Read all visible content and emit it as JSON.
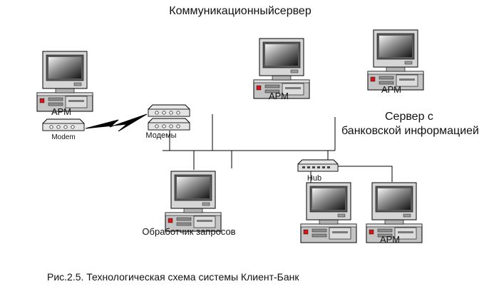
{
  "labels": {
    "comm_server": "Коммуникационныйсервер",
    "apm": "АРМ",
    "modem": "Modem",
    "modems": "Модемы",
    "hub": "Hub",
    "bank_server_line1": "Сервер с",
    "bank_server_line2": "банковской информацией",
    "request_handler": "Обработчик запросов"
  },
  "caption": "Рис.2.5. Технологическая схема системы Клиент-Банк",
  "colors": {
    "case": "#c8c8c8",
    "case_dark": "#9a9a9a",
    "monitor_frame": "#d4d4d4",
    "screen": "#2a2a2a",
    "line": "#000000",
    "accent_red": "#d01818"
  }
}
